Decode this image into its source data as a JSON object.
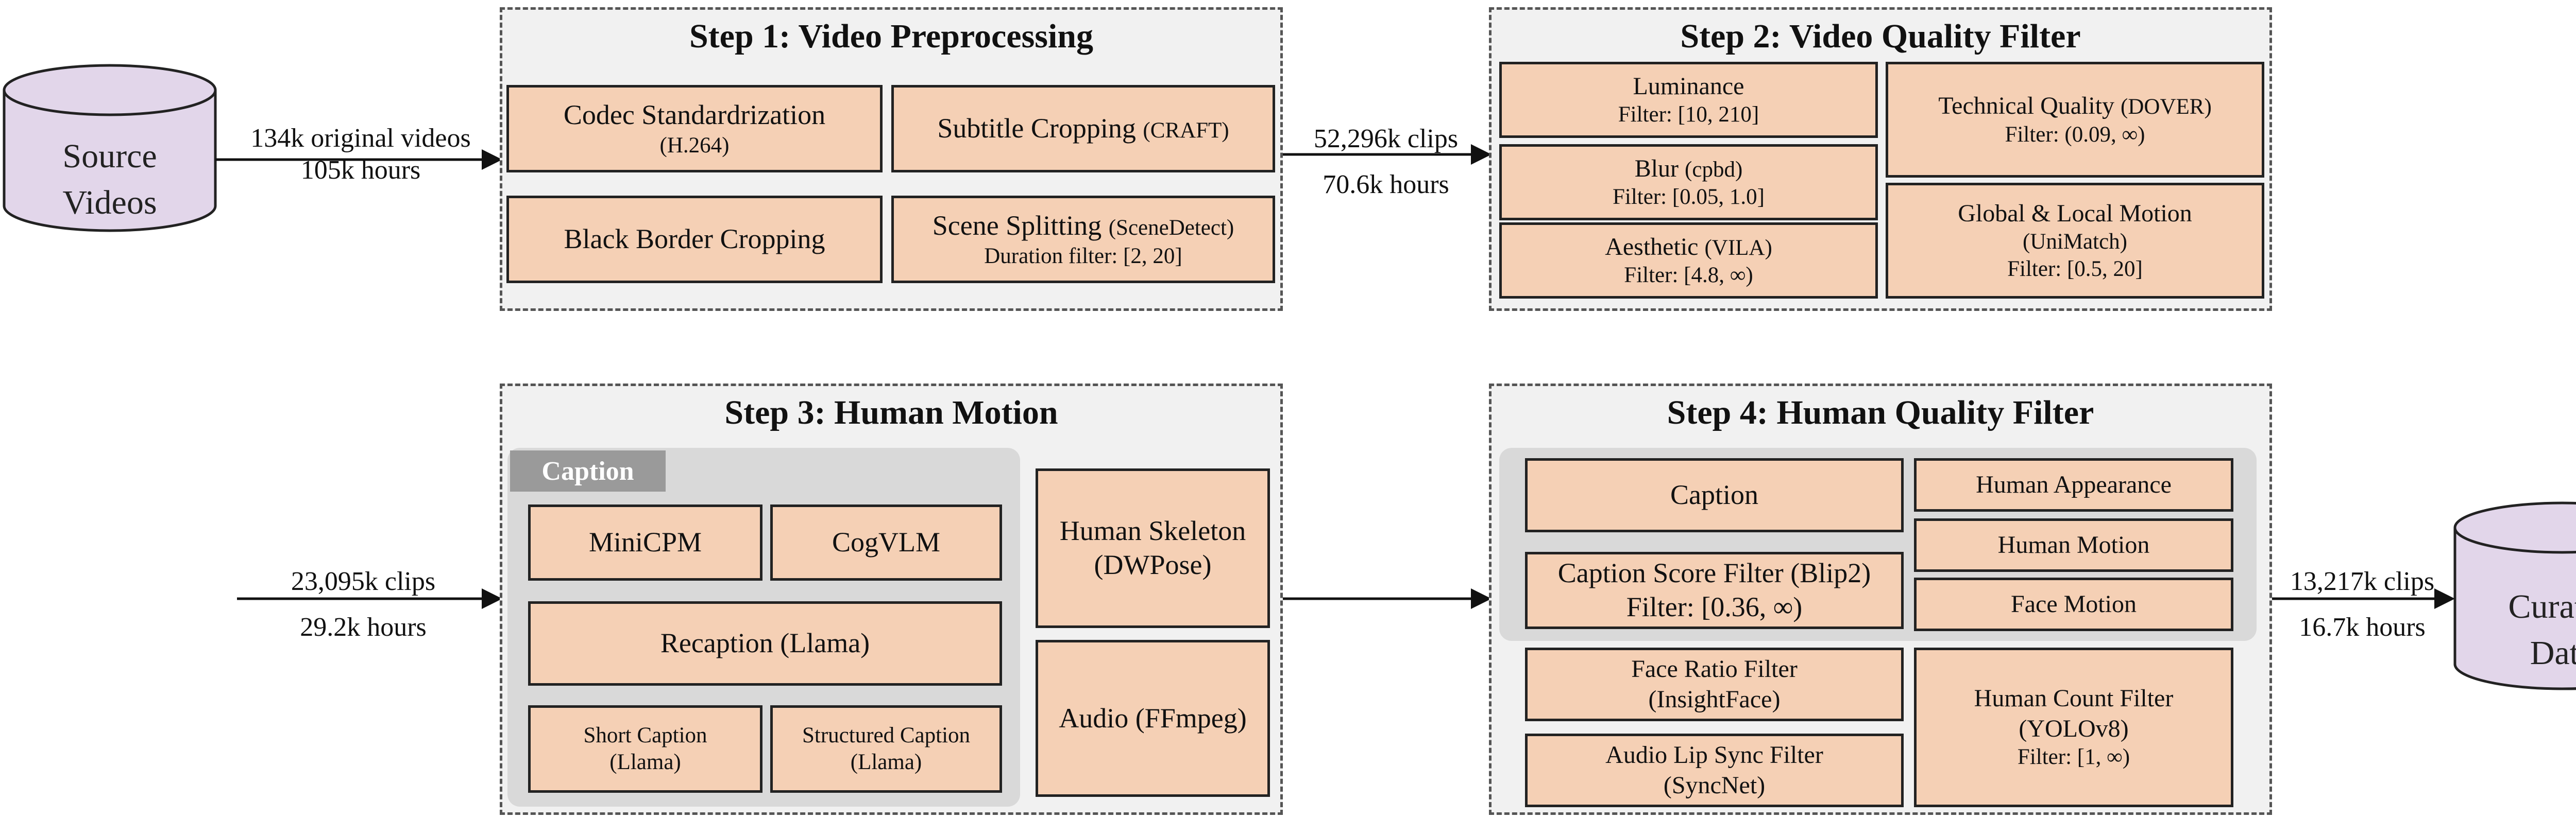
{
  "source": {
    "line1": "Source",
    "line2": "Videos"
  },
  "curated": {
    "line1": "Curated",
    "line2": "Data"
  },
  "edge1": {
    "l1": "134k original videos",
    "l2": "105k hours"
  },
  "edge2": {
    "l1": "52,296k clips",
    "l2": "70.6k hours"
  },
  "edge3": {
    "l1": "23,095k clips",
    "l2": "29.2k hours"
  },
  "edge4": {
    "l1": "13,217k clips",
    "l2": "16.7k hours"
  },
  "step1": {
    "title": "Step 1: Video Preprocessing",
    "codec": {
      "l1": "Codec Standardrization",
      "l2": "(H.264)"
    },
    "subtitle": {
      "main": "Subtitle Cropping",
      "sub": "(CRAFT)"
    },
    "border": {
      "l1": "Black Border Cropping"
    },
    "scene": {
      "main": "Scene Splitting",
      "sub": "(SceneDetect)",
      "l2": "Duration filter: [2, 20]"
    }
  },
  "step2": {
    "title": "Step 2: Video Quality Filter",
    "luminance": {
      "l1": "Luminance",
      "l2": "Filter: [10, 210]"
    },
    "blur": {
      "main": "Blur",
      "sub": "(cpbd)",
      "l2": "Filter: [0.05, 1.0]"
    },
    "aesthetic": {
      "main": "Aesthetic",
      "sub": "(VILA)",
      "l2": "Filter: [4.8, ∞)"
    },
    "technical": {
      "main": "Technical Quality",
      "sub": "(DOVER)",
      "l2": "Filter: (0.09, ∞)"
    },
    "motion": {
      "l1": "Global & Local Motion",
      "l2": "(UniMatch)",
      "l3": "Filter: [0.5, 20]"
    }
  },
  "step3": {
    "title": "Step 3: Human Motion",
    "caption_tag": "Caption",
    "minicpm": "MiniCPM",
    "cogvlm": "CogVLM",
    "recaption": "Recaption (Llama)",
    "short": {
      "l1": "Short Caption",
      "l2": "(Llama)"
    },
    "structured": {
      "l1": "Structured Caption",
      "l2": "(Llama)"
    },
    "skeleton": {
      "l1": "Human Skeleton",
      "l2": "(DWPose)"
    },
    "audio": "Audio (FFmpeg)"
  },
  "step4": {
    "title": "Step 4: Human Quality Filter",
    "caption": "Caption",
    "score": {
      "l1": "Caption Score Filter (Blip2)",
      "l2": "Filter: [0.36, ∞)"
    },
    "appearance": "Human Appearance",
    "hmotion": "Human Motion",
    "fmotion": "Face Motion",
    "face_ratio": {
      "l1": "Face Ratio Filter",
      "l2": "(InsightFace)"
    },
    "lipsync": {
      "l1": "Audio Lip Sync Filter",
      "l2": "(SyncNet)"
    },
    "count": {
      "l1": "Human Count Filter",
      "l2": "(YOLOv8)",
      "l3": "Filter: [1, ∞)"
    }
  },
  "colors": {
    "box": "#f5d0b5",
    "panel": "#f1f1f1",
    "cylinder": "#e2d6ea",
    "group": "#d9d9d9",
    "tag": "#9a9a9a"
  }
}
